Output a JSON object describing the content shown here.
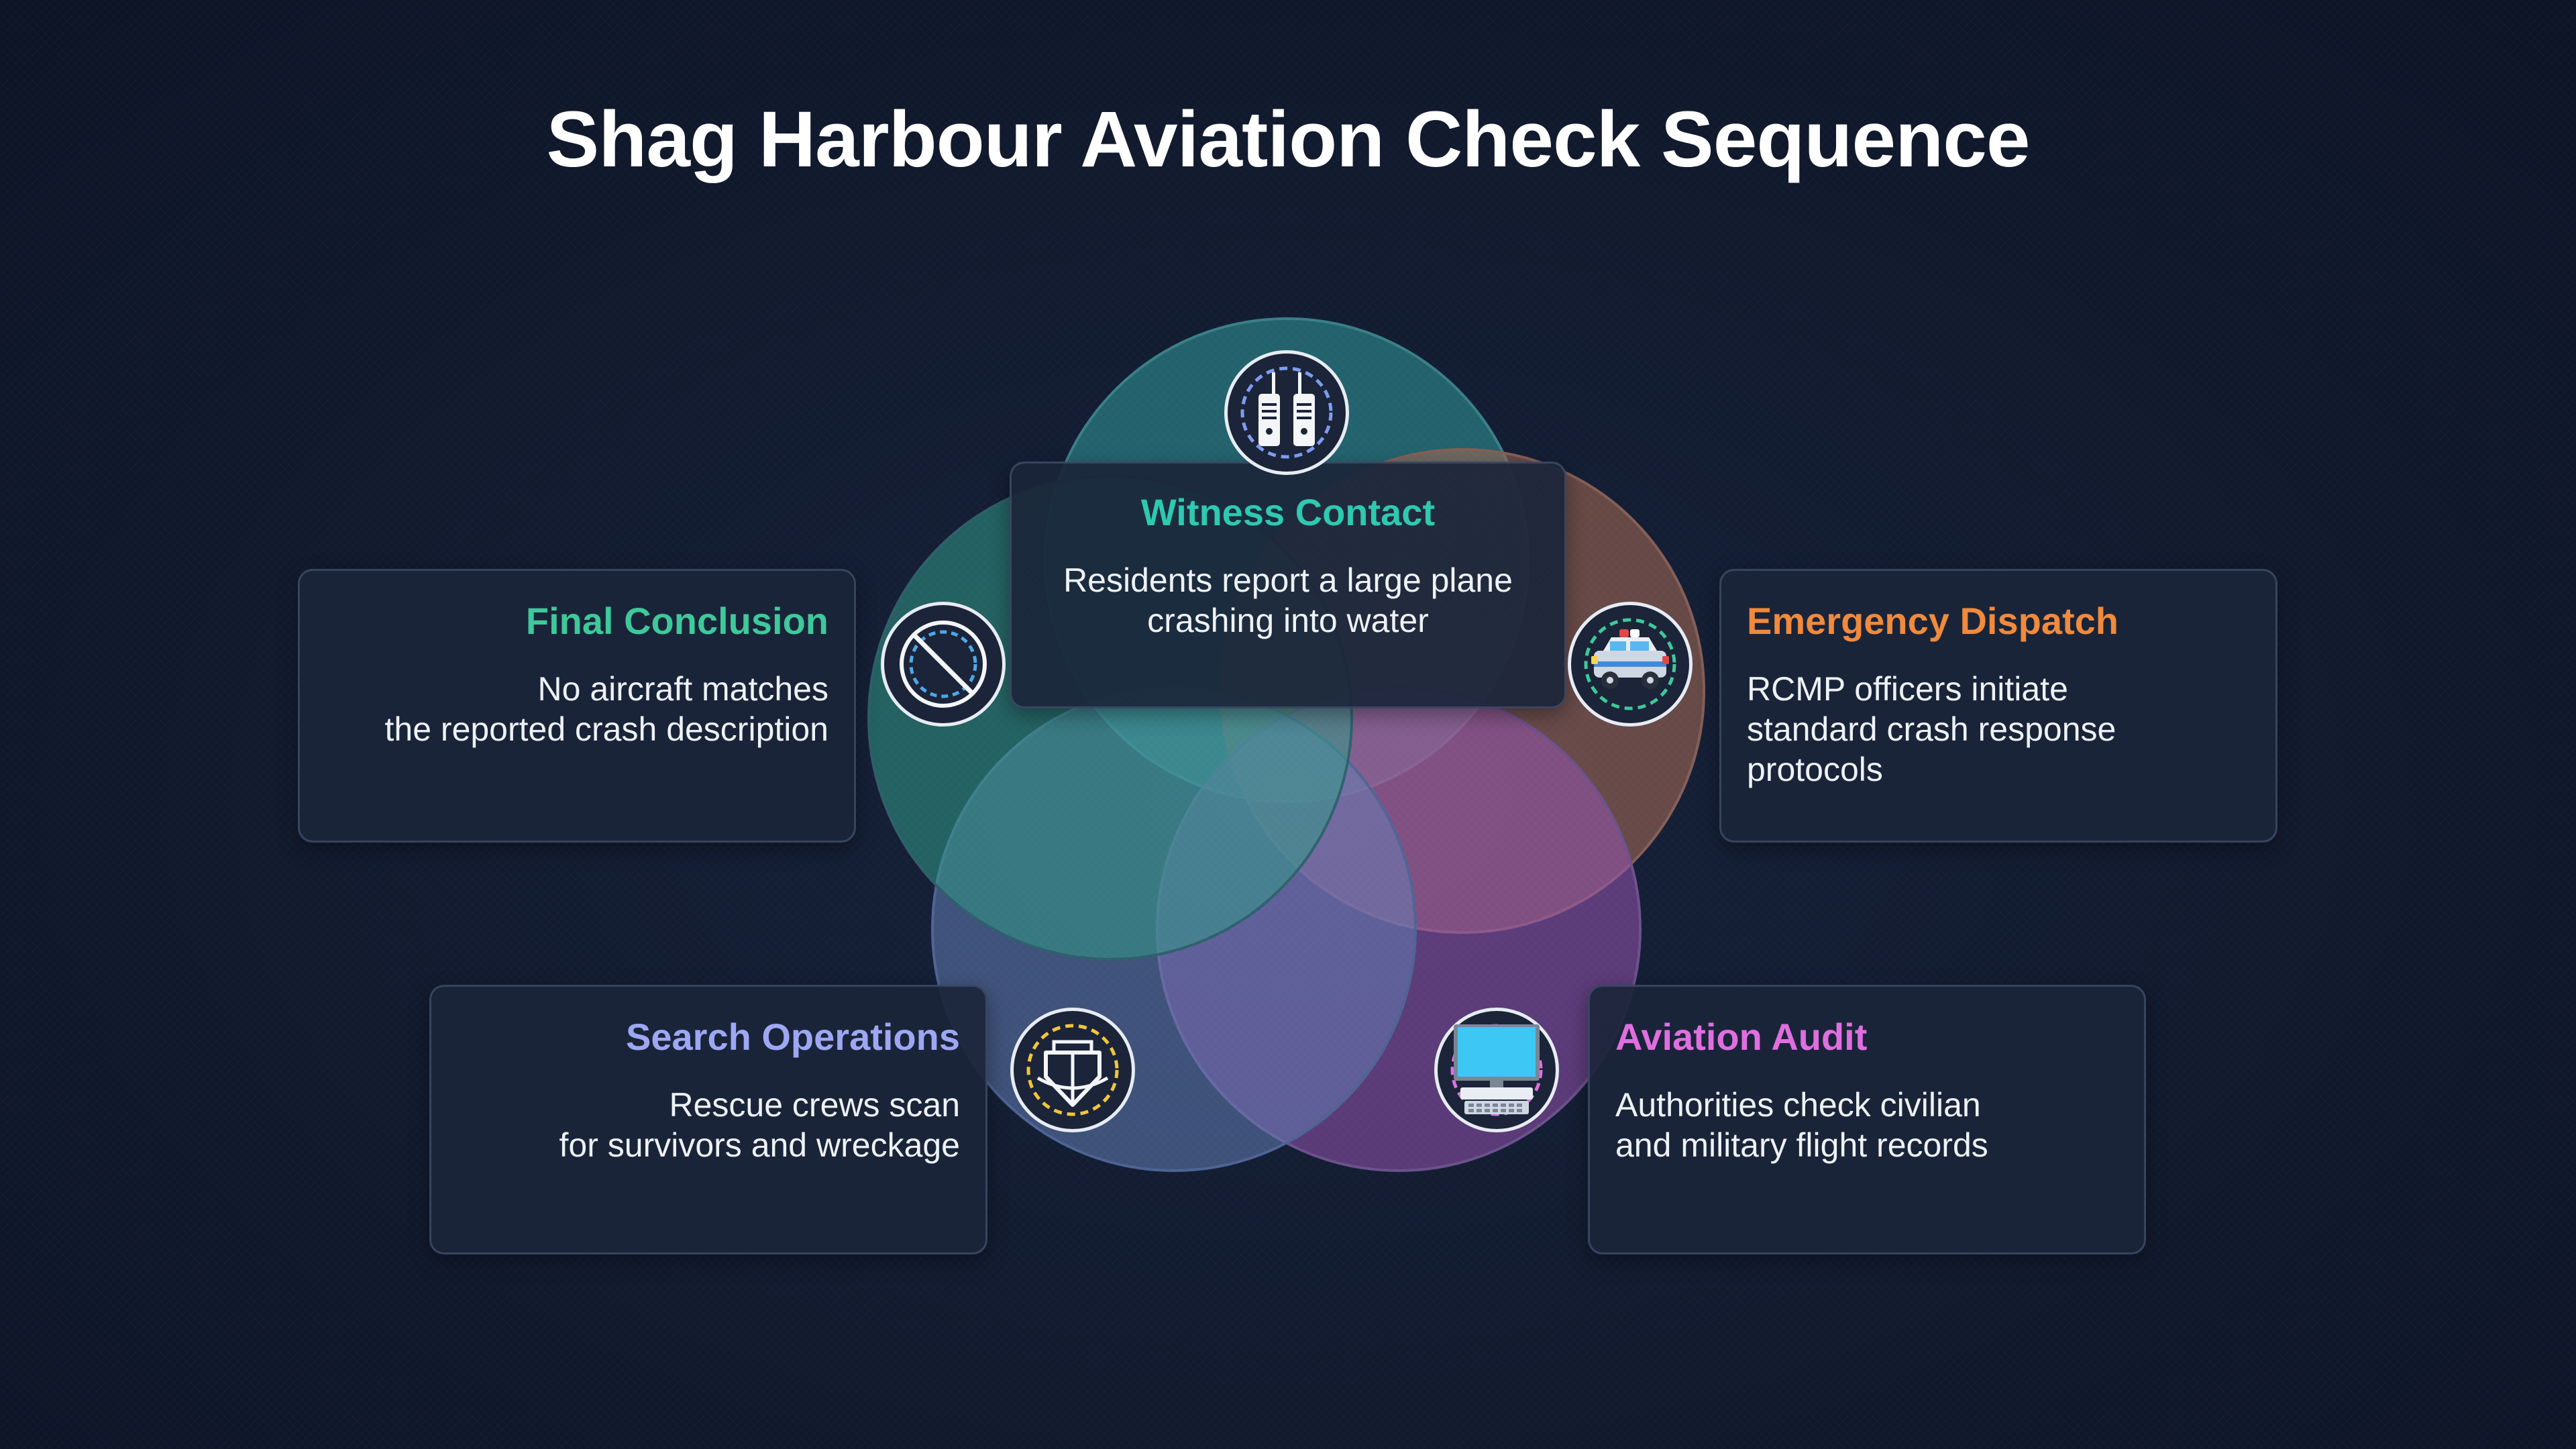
{
  "title": "Shag Harbour Aviation Check Sequence",
  "steps": [
    {
      "id": "witness",
      "heading": "Witness Contact",
      "text": "Residents report a large plane\ncrashing into water",
      "color": "#2ec9b0",
      "icon": "walkie-talkie-icon"
    },
    {
      "id": "dispatch",
      "heading": "Emergency Dispatch",
      "text": "RCMP officers initiate\nstandard crash response\nprotocols",
      "color": "#f08a3c",
      "icon": "police-car-icon"
    },
    {
      "id": "audit",
      "heading": "Aviation Audit",
      "text": "Authorities check civilian\nand military flight records",
      "color": "#df6fe0",
      "icon": "computer-terminal-icon"
    },
    {
      "id": "search",
      "heading": "Search Operations",
      "text": "Rescue crews scan\nfor survivors and wreckage",
      "color": "#9ea7f3",
      "icon": "boat-icon"
    },
    {
      "id": "conclusion",
      "heading": "Final Conclusion",
      "text": "No aircraft matches\nthe reported crash description",
      "color": "#3ec99a",
      "icon": "prohibited-icon"
    }
  ]
}
